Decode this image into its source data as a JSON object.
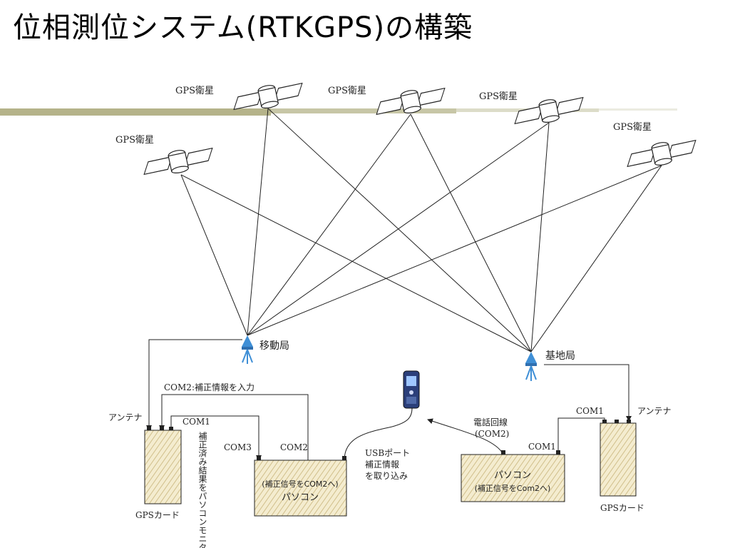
{
  "title": "位相測位システム(RTKGPS)の構築",
  "satellites": [
    {
      "label": "GPS衛星"
    },
    {
      "label": "GPS衛星"
    },
    {
      "label": "GPS衛星"
    },
    {
      "label": "GPS衛星"
    },
    {
      "label": "GPS衛星"
    }
  ],
  "rover": {
    "label": "移動局",
    "antenna_label": "アンテナ",
    "card_label": "GPSカード",
    "com1_label": "COM1",
    "com2_input_label": "COM2:補正情報を入力",
    "vertical_note": "補正済み結果をパソコンモニターへ",
    "pc": {
      "com3": "COM3",
      "com2": "COM2",
      "line1": "(補正信号をCOM2へ)",
      "line2": "パソコン"
    }
  },
  "usb_note": [
    "USBポート",
    "補正情報",
    "を取り込み"
  ],
  "base": {
    "label": "基地局",
    "antenna_label": "アンテナ",
    "card_label": "GPSカード",
    "com1_top": "COM1",
    "com1_pc": "COM1",
    "phone_line": [
      "電話回線",
      "(COM2)"
    ],
    "pc": {
      "line1": "パソコン",
      "line2": "(補正信号をCom2へ)"
    }
  },
  "colors": {
    "title_bar": "#b5b38a",
    "hatch_fill": "#f4eccf",
    "hatch_stroke": "#c8b47a",
    "station_icon": "#3f8fd6",
    "line": "#222222"
  }
}
